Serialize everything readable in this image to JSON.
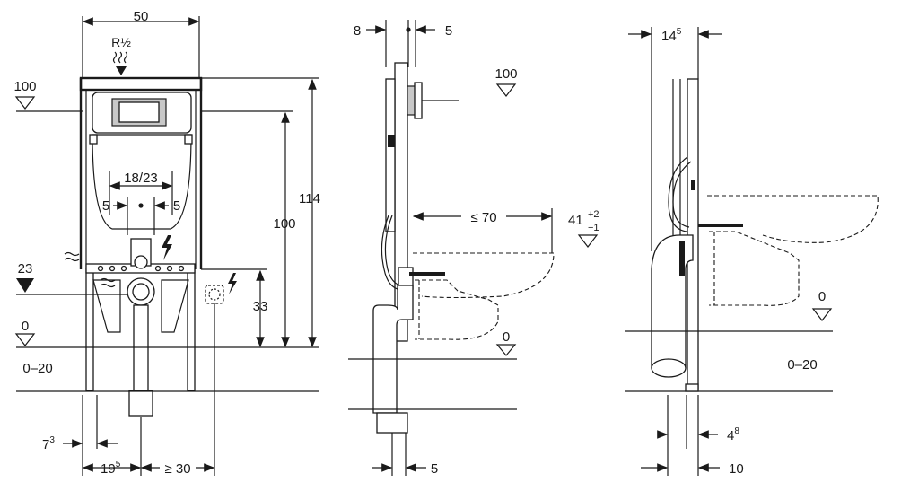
{
  "front_view": {
    "width_top": "50",
    "water_inlet": "R½",
    "level_top": "100",
    "level_23": "23",
    "level_0": "0",
    "floor_range": "0–20",
    "bowl_fix_spacing": "18/23",
    "offset_left": "5",
    "offset_right": "5",
    "height_total": "114",
    "height_100": "100",
    "height_33": "33",
    "bottom_left_a": "7",
    "bottom_left_a_sup": "3",
    "bottom_left_b": "19",
    "bottom_left_b_sup": "5",
    "bottom_right": "≥ 30"
  },
  "side_view": {
    "dim_top_left": "8",
    "dim_top_right": "5",
    "level_top": "100",
    "depth": "≤ 70",
    "seat_height": "41",
    "seat_tol_plus": "+2",
    "seat_tol_minus": "−1",
    "level_0": "0",
    "dim_bottom": "5"
  },
  "right_view": {
    "dim_top": "14",
    "dim_top_sup": "5",
    "level_0": "0",
    "floor_range": "0–20",
    "dim_mid": "4",
    "dim_mid_sup": "8",
    "dim_bottom": "10"
  },
  "icons": [
    "water-supply-icon",
    "electric-icon",
    "vent-icon",
    "drain-icon",
    "level-marker-icon",
    "dimension-arrow-icon"
  ]
}
